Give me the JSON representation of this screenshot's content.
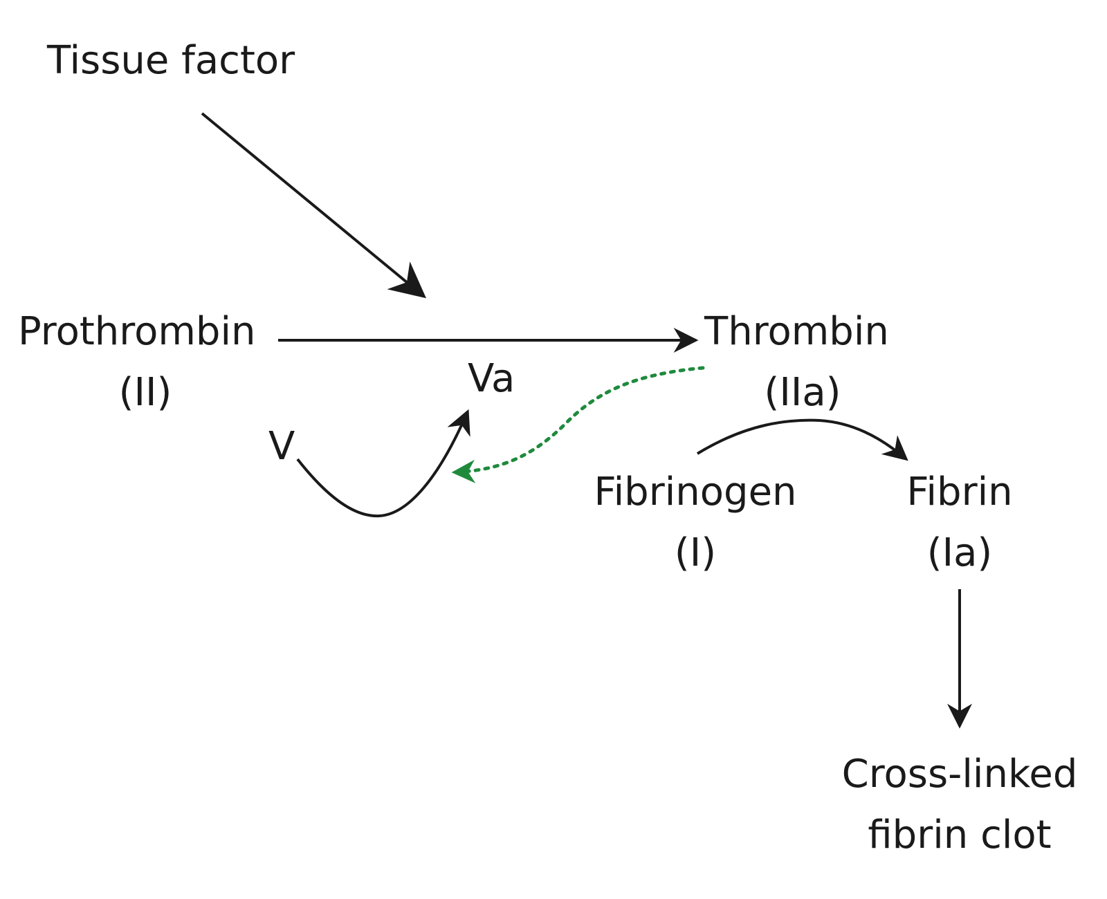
{
  "nodes": {
    "tissue_factor": "Tissue factor",
    "prothrombin": "Prothrombin",
    "prothrombin_code": "(II)",
    "thrombin": "Thrombin",
    "thrombin_code": "(IIa)",
    "factor_v": "V",
    "factor_va": "Va",
    "fibrinogen": "Fibrinogen",
    "fibrinogen_code": "(I)",
    "fibrin": "Fibrin",
    "fibrin_code": "(Ia)",
    "clot_line1": "Cross-linked",
    "clot_line2": "fibrin clot"
  },
  "colors": {
    "arrow": "#1a1a1a",
    "feedback": "#1f8a3c"
  }
}
